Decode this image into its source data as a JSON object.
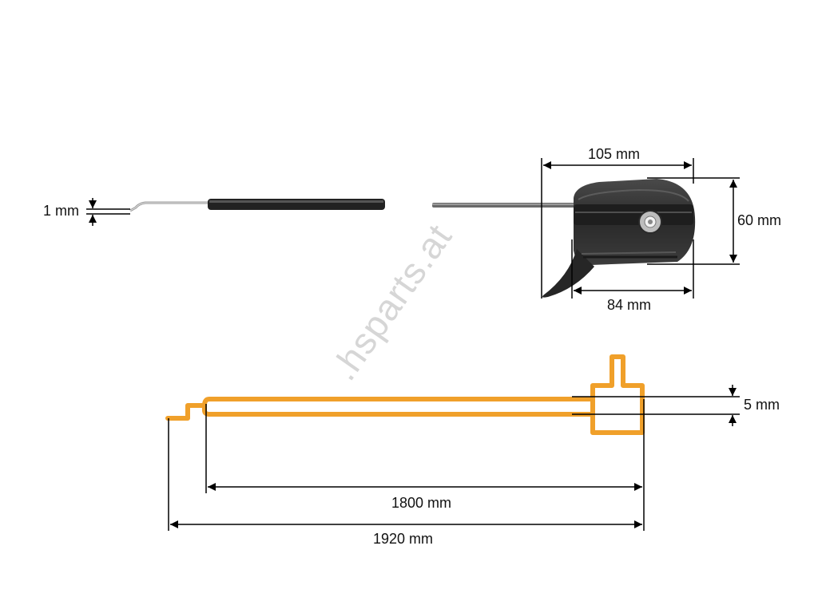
{
  "watermark": ".hsparts.at",
  "dimensions": {
    "cable_diameter": "1 mm",
    "housing_width": "105 mm",
    "housing_height": "60 mm",
    "housing_base": "84 mm",
    "inner_gap": "5 mm",
    "inner_length": "1800 mm",
    "total_length": "1920 mm"
  },
  "colors": {
    "line": "#000000",
    "cable_outline": "#f0a02a",
    "housing": "#2b2b2b",
    "watermark": "#d6d6d6"
  }
}
